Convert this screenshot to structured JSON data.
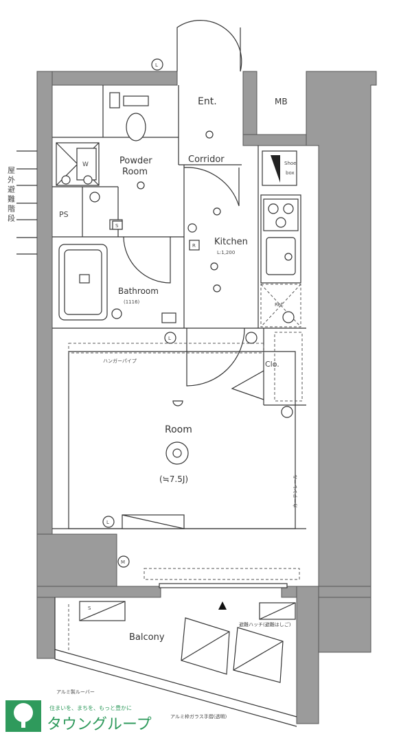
{
  "rooms": {
    "entrance": "Ent.",
    "meter_box": "MB",
    "powder_room_1": "Powder",
    "powder_room_2": "Room",
    "corridor": "Corridor",
    "washer": "W",
    "pipe_space": "PS",
    "kitchen": "Kitchen",
    "kitchen_size": "L:1,200",
    "bathroom": "Bathroom",
    "bathroom_size": "(1116)",
    "refrigerator": "Ref.",
    "closet": "Clo.",
    "room": "Room",
    "room_size": "(≒7.5J)",
    "balcony": "Balcony",
    "shoe_box_1": "Shoe",
    "shoe_box_2": "box"
  },
  "annotations": {
    "evacuation_vertical": "屋外避難階段",
    "grip_rail": "ハンガーパイプ",
    "curtain_rail": "カーテンレール",
    "aluminum_louver": "アルミ製ルーバー",
    "glass_handrail": "アルミ枠ガラス手摺(透明)",
    "evac_hatch": "避難ハッチ(避難はしご)"
  },
  "symbols": {
    "lighting_mark": "L",
    "refrigerator_mark": "R",
    "socket_mark": "S",
    "meter_mark": "M"
  },
  "brand": {
    "name": "タウングループ",
    "tagline": "住まいを、まちを、もっと豊かに"
  },
  "colors": {
    "wall": "#9b9b9b",
    "brand_green": "#2f9a5c"
  }
}
